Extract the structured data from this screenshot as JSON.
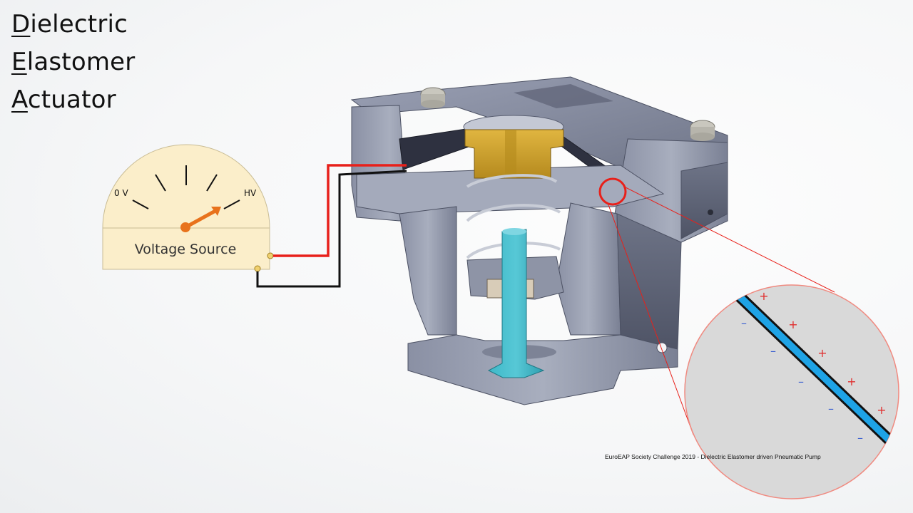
{
  "title": {
    "line1": {
      "first": "D",
      "rest": "ielectric"
    },
    "line2": {
      "first": "E",
      "rest": "lastomer"
    },
    "line3": {
      "first": "A",
      "rest": "ctuator"
    }
  },
  "voltage_meter": {
    "label": "Voltage Source",
    "min_label": "0 V",
    "max_label": "HV",
    "needle_color": "#e8721c",
    "face_color": "#fbeeca"
  },
  "wires": {
    "positive_color": "#e8201a",
    "negative_color": "#111111"
  },
  "zoom_detail": {
    "membrane_color": "#1ea3e6",
    "plus_sign": "+",
    "minus_sign": "–",
    "plus_color": "#e03030",
    "minus_color": "#3a5fd0"
  },
  "caption": "EuroEAP Society Challenge 2019 - Dielectric Elastomer driven Pneumatic Pump"
}
